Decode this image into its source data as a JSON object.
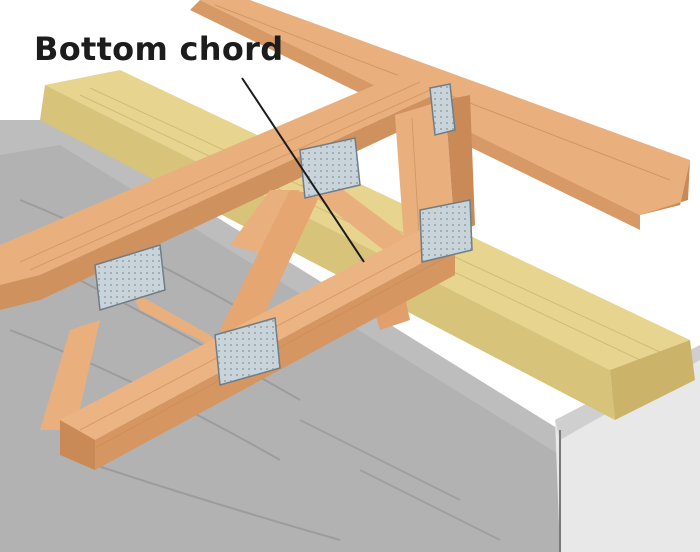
{
  "diagram": {
    "callout": {
      "label": "Bottom chord",
      "target": "bottom-chord"
    },
    "components": [
      "concrete-wall",
      "sill-plate",
      "floor-truss",
      "top-chord",
      "bottom-chord",
      "vertical-web",
      "diagonal-web",
      "metal-gusset-plate",
      "upper-beam"
    ],
    "colors": {
      "lumber": "#e9b07e",
      "lumber_shadow": "#c98a58",
      "sill_plate": "#e6d48f",
      "concrete": "#b9b9b9",
      "concrete_dark": "#8e8e8e",
      "gusset_plate": "#c9d3da",
      "label": "#1c1c1c"
    }
  }
}
